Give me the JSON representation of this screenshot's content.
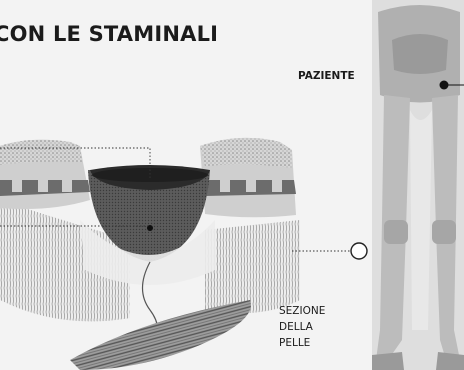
{
  "header": {
    "title": "CON LE STAMINALI"
  },
  "labels": {
    "patient": "PAZIENTE",
    "skin_section": [
      "SEZIONE",
      "DELLA",
      "PELLE"
    ]
  },
  "icons": {
    "skin": "skin-cross-section-icon",
    "legs": "patient-legs-icon",
    "lesion_marker": "lesion-marker-icon",
    "leader_circle": "callout-circle-icon"
  },
  "colors": {
    "background": "#f3f3f3",
    "skin_light": "#c9c9c9",
    "skin_dark": "#6b6b6b",
    "wound": "#2b2b2b",
    "leg": "#b8b8b8",
    "text": "#1b1b1b"
  }
}
